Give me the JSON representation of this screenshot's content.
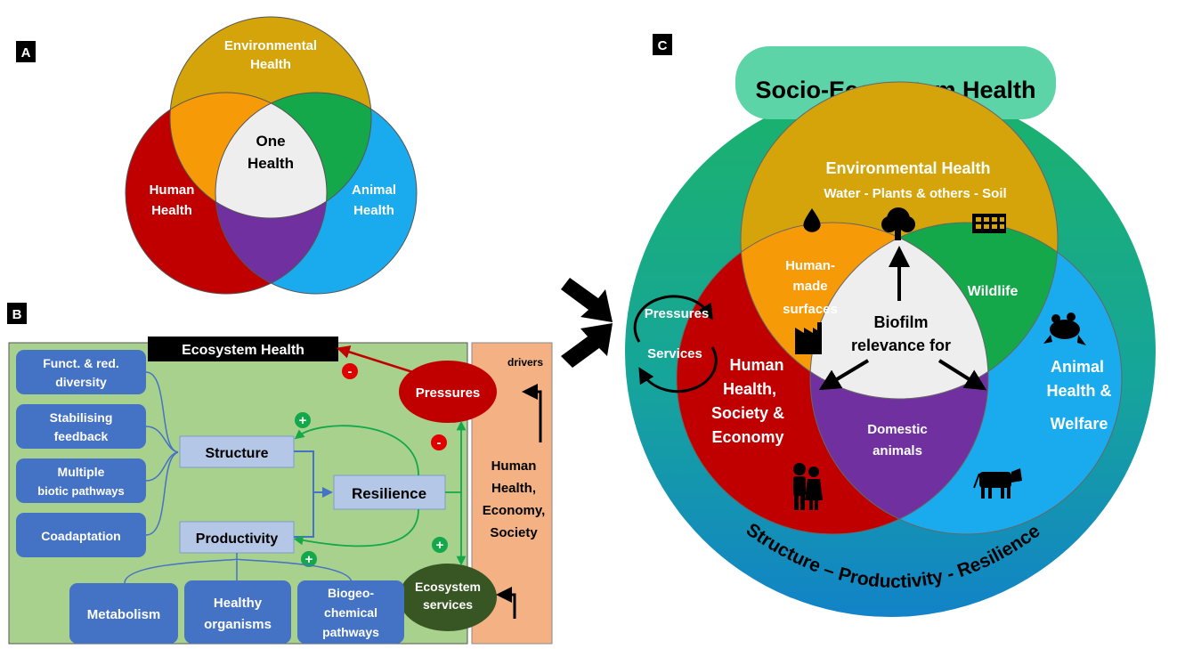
{
  "panel_a": {
    "label": "A",
    "environmental": [
      "Environmental",
      "Health"
    ],
    "human": [
      "Human",
      "Health"
    ],
    "animal": [
      "Animal",
      "Health"
    ],
    "one_health": [
      "One",
      "Health"
    ]
  },
  "panel_b": {
    "label": "B",
    "ecosystem_health": "Ecosystem Health",
    "drivers": "drivers",
    "pressures": "Pressures",
    "ecosystem_services": [
      "Ecosystem",
      "services"
    ],
    "human_economy_society": [
      "Human",
      "Health,",
      "Economy,",
      "Society"
    ],
    "structure": "Structure",
    "productivity": "Productivity",
    "resilience": "Resilience",
    "structure_inputs": [
      [
        "Funct. & red.",
        "diversity"
      ],
      [
        "Stabilising",
        "feedback"
      ],
      [
        "Multiple",
        "biotic pathways"
      ],
      [
        "Coadaptation"
      ]
    ],
    "productivity_inputs": [
      [
        "Metabolism"
      ],
      [
        "Healthy",
        "organisms"
      ],
      [
        "Biogeo-",
        "chemical",
        "pathways"
      ]
    ],
    "minus": "-",
    "plus": "+"
  },
  "panel_c": {
    "label": "C",
    "title": "Socio-Ecosystem Health",
    "environmental": "Environmental Health",
    "environmental_sub": "Water - Plants & others - Soil",
    "human_made": [
      "Human-",
      "made",
      "surfaces"
    ],
    "wildlife": "Wildlife",
    "biofilm": [
      "Biofilm",
      "relevance for"
    ],
    "human": [
      "Human",
      "Health,",
      "Society &",
      "Economy"
    ],
    "animal": [
      "Animal",
      "Health &",
      "Welfare"
    ],
    "domestic": [
      "Domestic",
      "animals"
    ],
    "pressures": "Pressures",
    "services": "Services",
    "bottom_arc": "Structure – Productivity - Resilience"
  },
  "colors": {
    "environmental": "#D4A40A",
    "human": "#C00000",
    "animal": "#1AABEF",
    "orange": "#F79A08",
    "green": "#14A84A",
    "purple": "#7030A0",
    "center": "#EEEEEE",
    "ecosystem_bg": "#A9D18E",
    "drivers_bg": "#F4B183",
    "blue_box": "#4472C4",
    "light_box": "#B4C7E7",
    "dark_green": "#375623"
  }
}
